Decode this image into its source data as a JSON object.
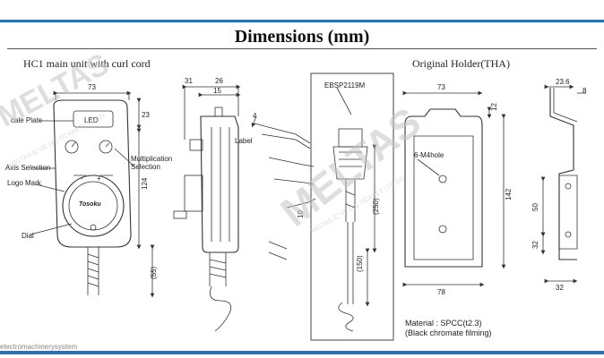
{
  "header": {
    "title": "Dimensions (mm)"
  },
  "sections": {
    "main_unit": "HC1 main unit with curl cord",
    "holder": "Original Holder(THA)"
  },
  "main_labels": {
    "scale_plate": "cale Plate",
    "led": "LED",
    "multiplication": "Multiplication",
    "selection": "Selection",
    "axis_selection": "Axis Selection",
    "logo_mark": "Logo Mark",
    "dial": "Dial",
    "label": "Label",
    "model": "EBSP2119M",
    "hole": "6-M4hole",
    "logo_text": "Tosoku",
    "minus": "-",
    "plus": "+"
  },
  "dims": {
    "d73a": "73",
    "d23": "23",
    "d124": "124",
    "d55": "(55)",
    "d31": "31",
    "d26": "26",
    "d15": "15",
    "d4": "4",
    "d10": "10",
    "d250": "(250)",
    "d150": "(150)",
    "d73b": "73",
    "d12": "12",
    "d142": "142",
    "d78": "78",
    "d236": "23.6",
    "d8": "8",
    "d50": "50",
    "d32a": "32",
    "d32b": "32"
  },
  "material": {
    "line1": "Material : SPCC(t2.3)",
    "line2": "(Black chromate filming)"
  },
  "watermark": {
    "big1": "MELTAS",
    "big2": "MELTAS",
    "small1": "MELTAS İÇ VE DIŞ TİCARET LTD STİ",
    "small2": "MELTAS İÇ VE DIŞ TİCARET LTD STİ"
  },
  "footer": {
    "site": "electromachinerysystem"
  }
}
